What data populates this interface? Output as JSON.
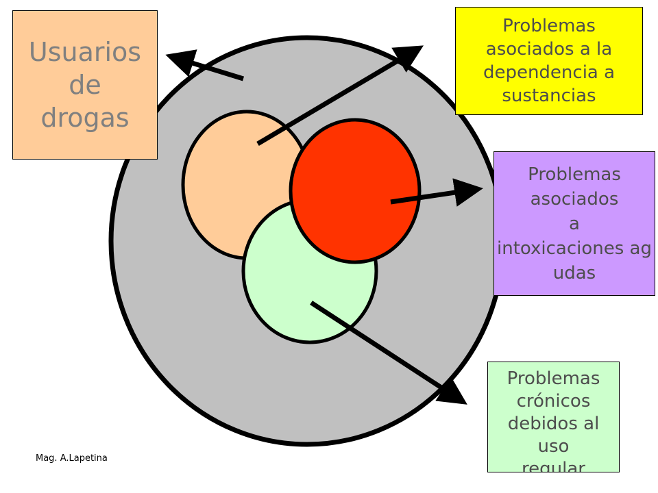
{
  "colors": {
    "outer_circle": "#c0c0c0",
    "circle_usuarios": "#ffcc99",
    "circle_cronicos": "#ccffcc",
    "circle_intoxicaciones": "#ff3300",
    "box_usuarios": "#ffcc99",
    "box_dependencia": "#ffff00",
    "box_intoxicaciones": "#cc99ff",
    "box_cronicos": "#ccffcc",
    "stroke": "#000000"
  },
  "boxes": {
    "usuarios": "Usuarios\nde\ndrogas",
    "dependencia": "Problemas\nasociados a la\ndependencia a\nsustancias",
    "intoxicaciones": "Problemas\nasociados\na\nintoxicaciones agudas",
    "cronicos": "Problemas\ncrónicos\ndebidos al\nuso\nregular"
  },
  "footer": {
    "author": "Mag. A.Lapetina"
  }
}
